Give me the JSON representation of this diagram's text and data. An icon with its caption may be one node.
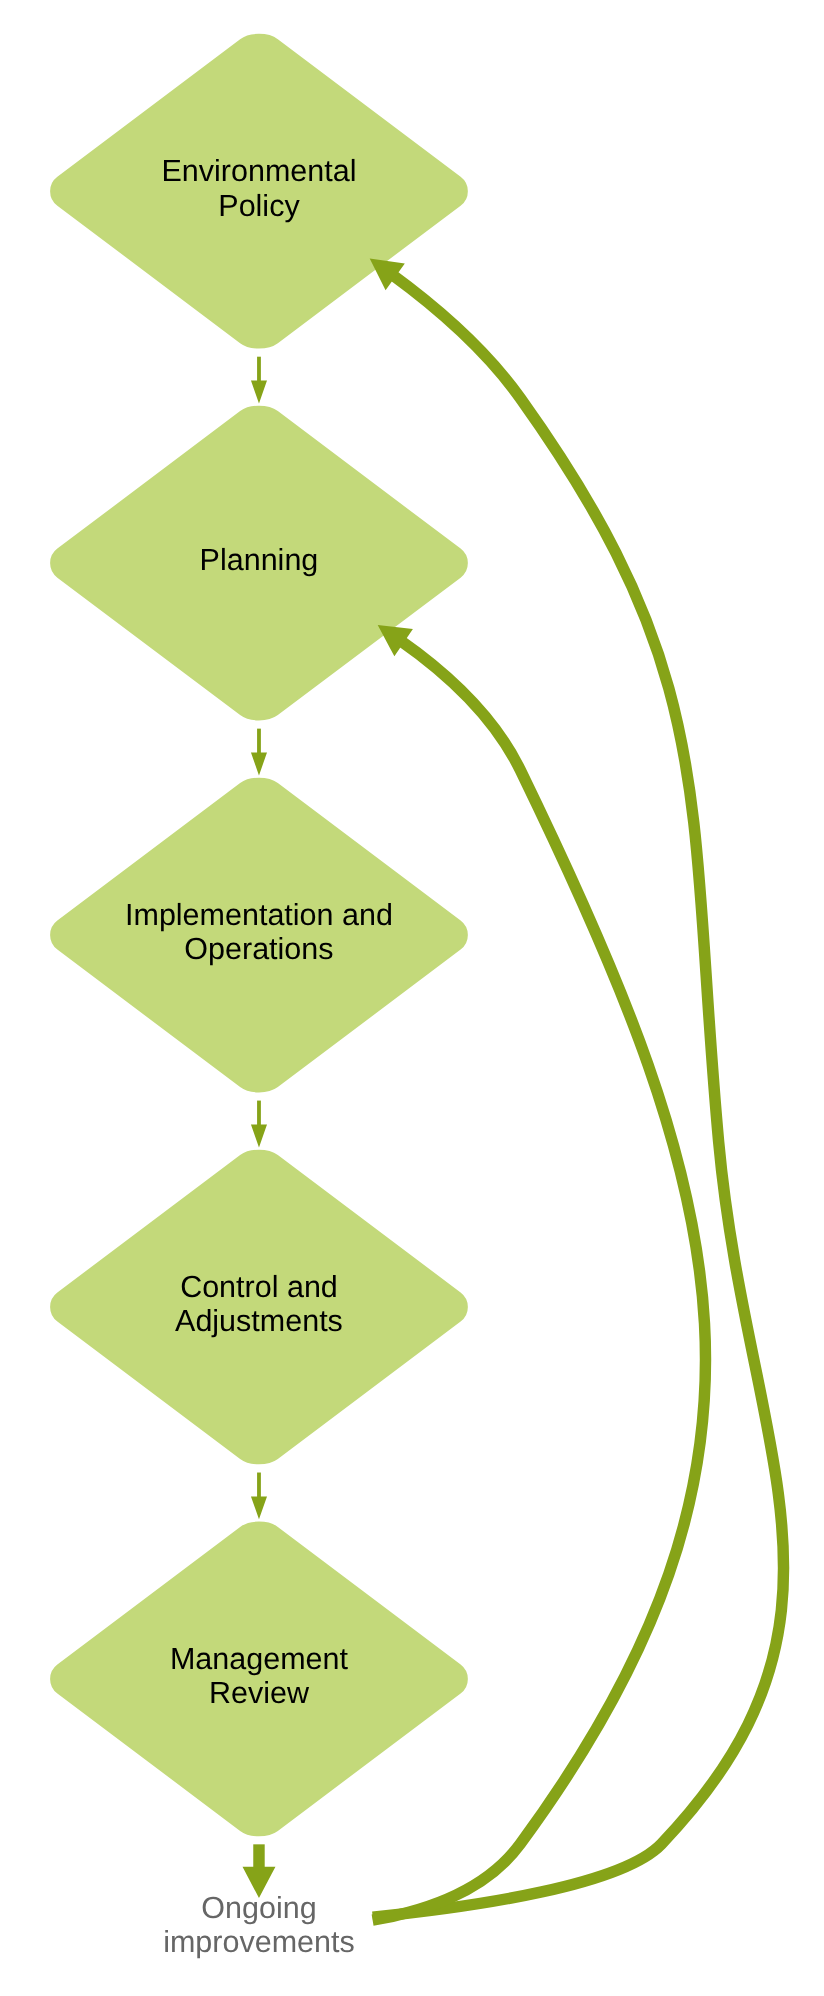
{
  "diagram": {
    "nodes": [
      {
        "text": [
          "Environmental Policy"
        ]
      },
      {
        "text": [
          "Planning"
        ]
      },
      {
        "text": [
          "Implementation and Operations"
        ]
      },
      {
        "text": [
          "Control and Adjustments"
        ]
      },
      {
        "text": [
          "Management Review"
        ]
      },
      {
        "text": [
          "Ongoing improvements"
        ]
      }
    ],
    "edges": [
      {
        "from": 0,
        "to": 1,
        "arrow": "to"
      },
      {
        "from": 1,
        "to": 2,
        "arrow": "to"
      },
      {
        "from": 2,
        "to": 3,
        "arrow": "to"
      },
      {
        "from": 3,
        "to": 4,
        "arrow": "to"
      },
      {
        "from": 4,
        "to": 5,
        "arrow": "to",
        "style": "thick"
      },
      {
        "from": 5,
        "to": 0,
        "arrow": "to",
        "style": "thick"
      },
      {
        "from": 5,
        "to": 1,
        "arrow": "to",
        "style": "thick"
      }
    ]
  }
}
